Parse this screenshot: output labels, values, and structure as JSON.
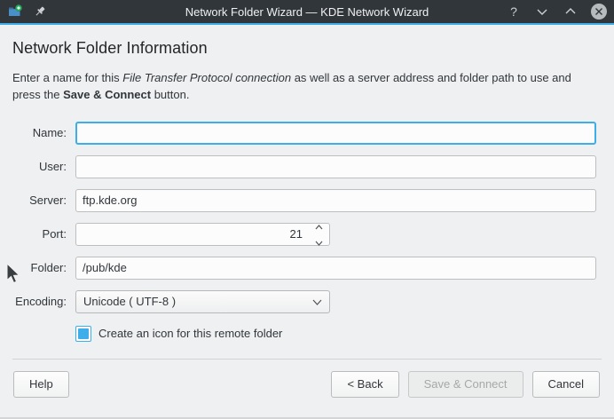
{
  "window": {
    "title": "Network Folder Wizard — KDE Network Wizard",
    "help_glyph": "?"
  },
  "colors": {
    "accent": "#3daee9",
    "titlebar_bg": "#31363b",
    "window_bg": "#eff0f1",
    "input_border": "#bcbebf",
    "disabled_text": "#a6a8a9"
  },
  "header": {
    "title": "Network Folder Information"
  },
  "description": {
    "part1": "Enter a name for this ",
    "italic": "File Transfer Protocol connection",
    "part2": " as well as a server address and folder path to use and press the ",
    "bold": "Save & Connect",
    "part3": " button."
  },
  "form": {
    "fields": [
      {
        "label": "Name:",
        "value": "",
        "type": "text",
        "focused": true
      },
      {
        "label": "User:",
        "value": "",
        "type": "text",
        "focused": false
      },
      {
        "label": "Server:",
        "value": "ftp.kde.org",
        "type": "text",
        "focused": false
      },
      {
        "label": "Port:",
        "value": "21",
        "type": "spinbox",
        "focused": false
      },
      {
        "label": "Folder:",
        "value": "/pub/kde",
        "type": "text",
        "focused": false
      },
      {
        "label": "Encoding:",
        "value": "Unicode ( UTF-8 )",
        "type": "combobox",
        "focused": false
      }
    ],
    "checkbox": {
      "label": "Create an icon for this remote folder",
      "checked": true
    }
  },
  "buttons": {
    "help": "Help",
    "back": "< Back",
    "save_connect": "Save & Connect",
    "save_connect_enabled": false,
    "cancel": "Cancel"
  }
}
